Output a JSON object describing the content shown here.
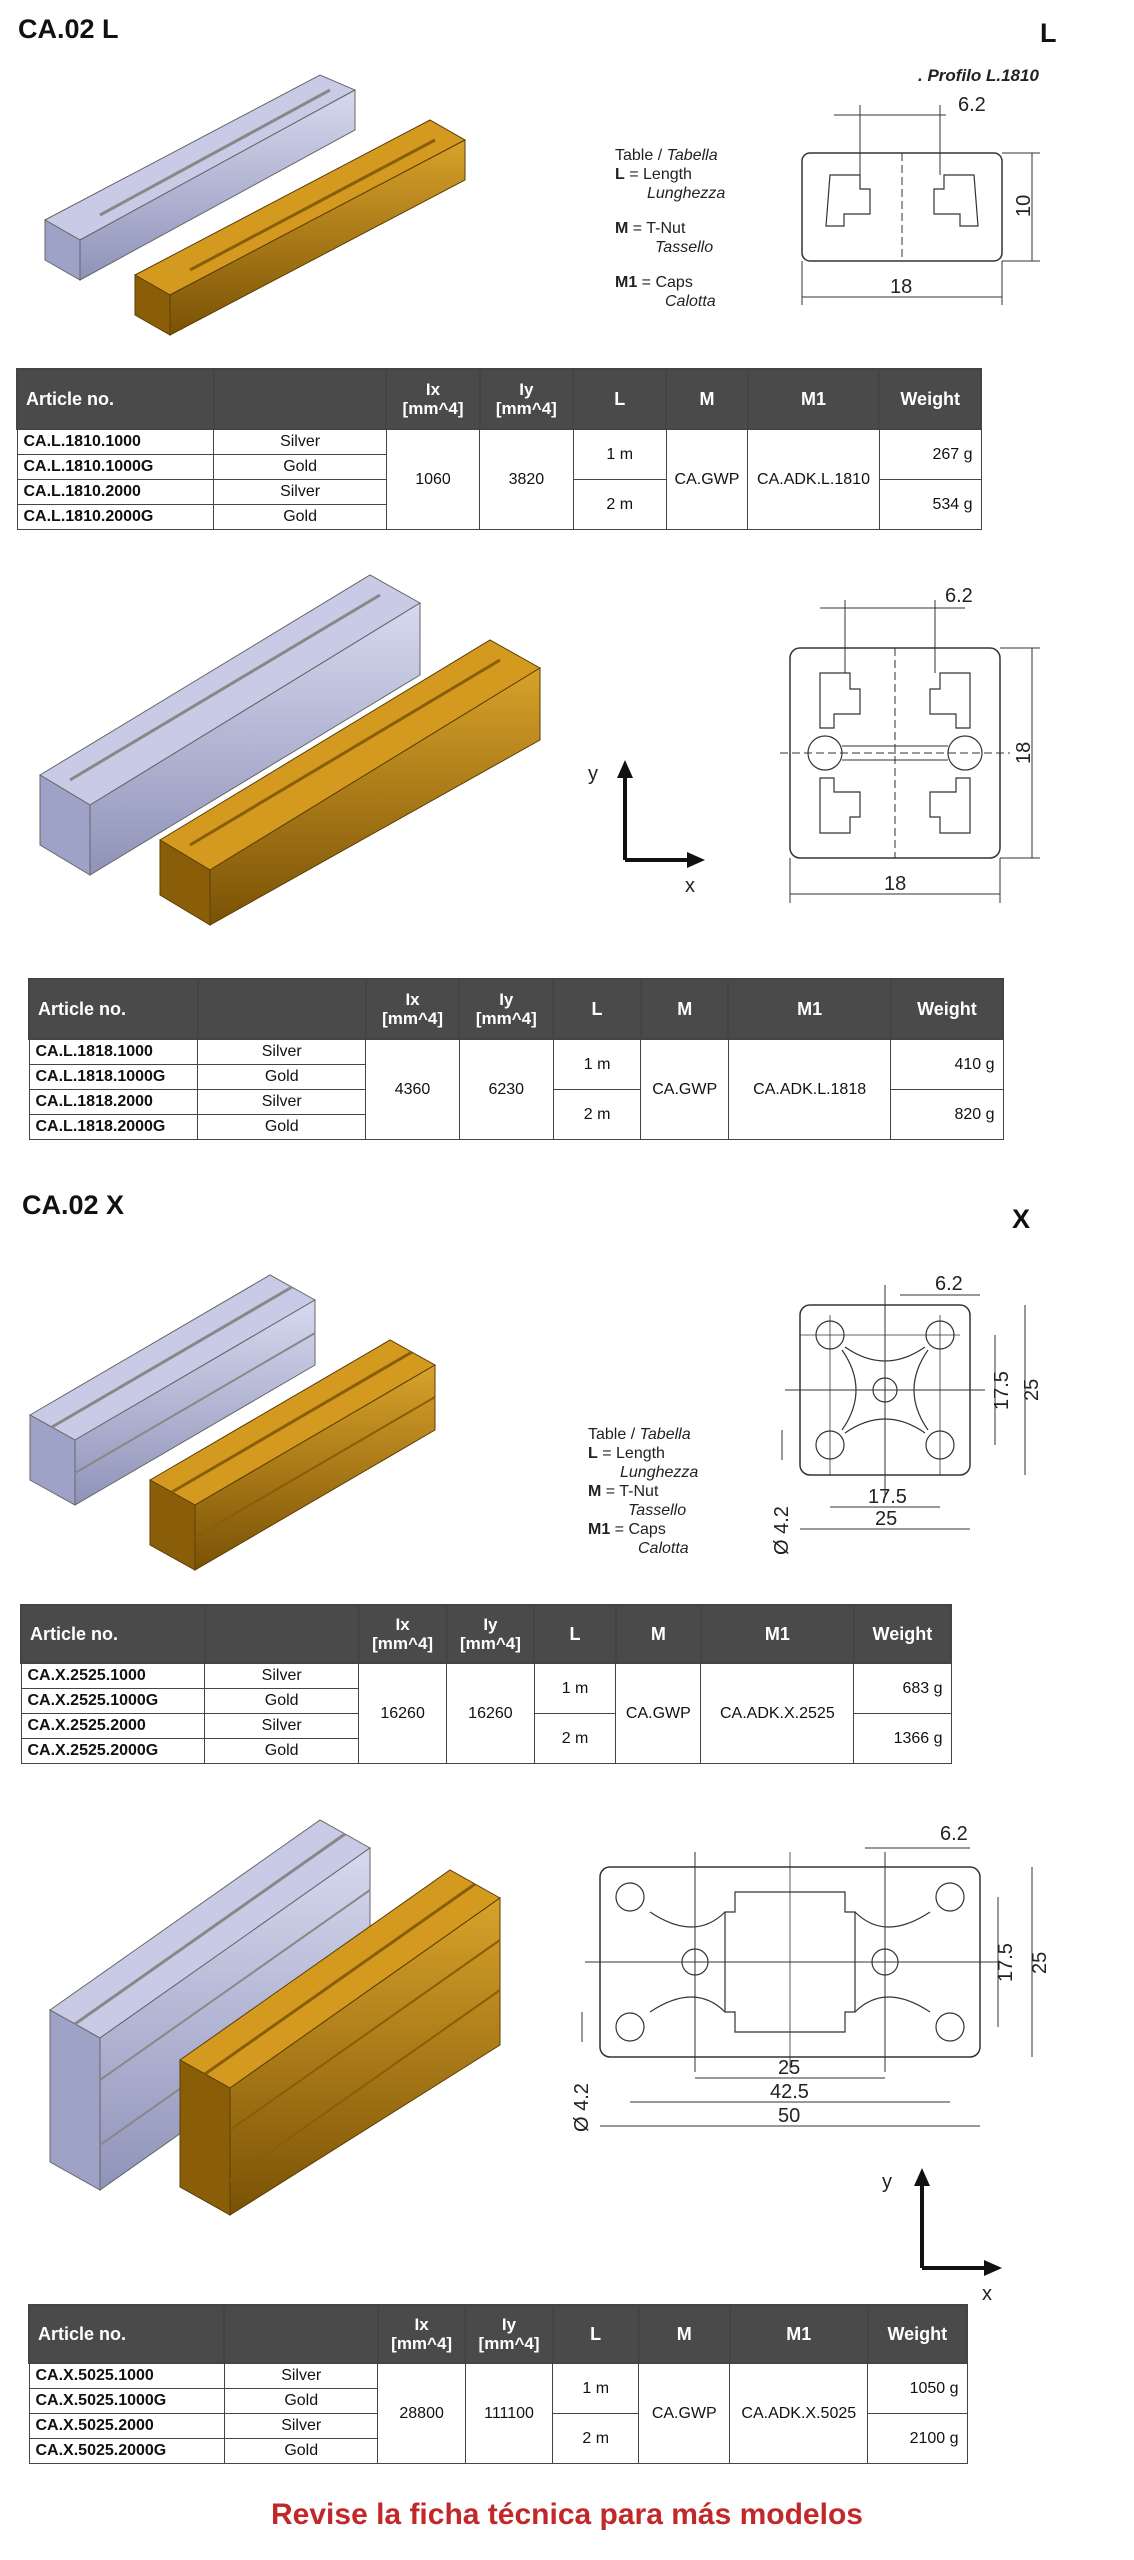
{
  "sections": [
    {
      "title": "CA.02 L",
      "letter": "L",
      "legend": {
        "table": "Table / ",
        "table_it": "Tabella",
        "l_key": "L",
        "l_val": " = Length",
        "l_it": "Lunghezza",
        "m_key": "M",
        "m_val": " = T-Nut",
        "m_it": "Tassello",
        "m1_key": "M1",
        "m1_val": " = Caps",
        "m1_it": "Calotta"
      },
      "profile_caption": ". Profilo L.1810",
      "dims": {
        "slot": "6.2",
        "h": "10",
        "w": "18"
      }
    },
    {
      "title": "CA.02 X",
      "letter": "X",
      "legend": {
        "table": "Table / ",
        "table_it": "Tabella",
        "l_key": "L",
        "l_val": " = Length",
        "l_it": "Lunghezza",
        "m_key": "M",
        "m_val": " = T-Nut",
        "m_it": "Tassello",
        "m1_key": "M1",
        "m1_val": " = Caps",
        "m1_it": "Calotta"
      }
    }
  ],
  "dims_1818": {
    "slot": "6.2",
    "h": "18",
    "w": "18",
    "axis_y": "y",
    "axis_x": "x"
  },
  "dims_2525": {
    "slot": "6.2",
    "a": "17.5",
    "b": "25",
    "c": "17.5",
    "d": "25",
    "dia": "Ø 4.2"
  },
  "dims_5025": {
    "slot": "6.2",
    "a": "17.5",
    "b": "25",
    "c": "25",
    "d": "42.5",
    "e": "50",
    "dia": "Ø 4.2",
    "axis_y": "y",
    "axis_x": "x"
  },
  "table_headers": {
    "article": "Article no.",
    "blank": "",
    "ix": "Ix",
    "ix_unit": "[mm^4]",
    "iy": "Iy",
    "iy_unit": "[mm^4]",
    "l": "L",
    "m": "M",
    "m1": "M1",
    "weight": "Weight"
  },
  "tables": [
    {
      "rows": [
        {
          "article": "CA.L.1810.1000",
          "finish": "Silver"
        },
        {
          "article": "CA.L.1810.1000G",
          "finish": "Gold"
        },
        {
          "article": "CA.L.1810.2000",
          "finish": "Silver"
        },
        {
          "article": "CA.L.1810.2000G",
          "finish": "Gold"
        }
      ],
      "ix": "1060",
      "iy": "3820",
      "l1": "1 m",
      "l2": "2 m",
      "m": "CA.GWP",
      "m1": "CA.ADK.L.1810",
      "w1": "267 g",
      "w2": "534 g"
    },
    {
      "rows": [
        {
          "article": "CA.L.1818.1000",
          "finish": "Silver"
        },
        {
          "article": "CA.L.1818.1000G",
          "finish": "Gold"
        },
        {
          "article": "CA.L.1818.2000",
          "finish": "Silver"
        },
        {
          "article": "CA.L.1818.2000G",
          "finish": "Gold"
        }
      ],
      "ix": "4360",
      "iy": "6230",
      "l1": "1 m",
      "l2": "2 m",
      "m": "CA.GWP",
      "m1": "CA.ADK.L.1818",
      "w1": "410 g",
      "w2": "820 g"
    },
    {
      "rows": [
        {
          "article": "CA.X.2525.1000",
          "finish": "Silver"
        },
        {
          "article": "CA.X.2525.1000G",
          "finish": "Gold"
        },
        {
          "article": "CA.X.2525.2000",
          "finish": "Silver"
        },
        {
          "article": "CA.X.2525.2000G",
          "finish": "Gold"
        }
      ],
      "ix": "16260",
      "iy": "16260",
      "l1": "1 m",
      "l2": "2 m",
      "m": "CA.GWP",
      "m1": "CA.ADK.X.2525",
      "w1": "683 g",
      "w2": "1366 g"
    },
    {
      "rows": [
        {
          "article": "CA.X.5025.1000",
          "finish": "Silver"
        },
        {
          "article": "CA.X.5025.1000G",
          "finish": "Gold"
        },
        {
          "article": "CA.X.5025.2000",
          "finish": "Silver"
        },
        {
          "article": "CA.X.5025.2000G",
          "finish": "Gold"
        }
      ],
      "ix": "28800",
      "iy": "111100",
      "l1": "1 m",
      "l2": "2 m",
      "m": "CA.GWP",
      "m1": "CA.ADK.X.5025",
      "w1": "1050 g",
      "w2": "2100 g"
    }
  ],
  "footer": "Revise la ficha técnica para más modelos",
  "colors": {
    "silver": "#b9bcd6",
    "gold": "#b8860b",
    "header": "#4a4a4a",
    "footer": "#c0282a"
  }
}
